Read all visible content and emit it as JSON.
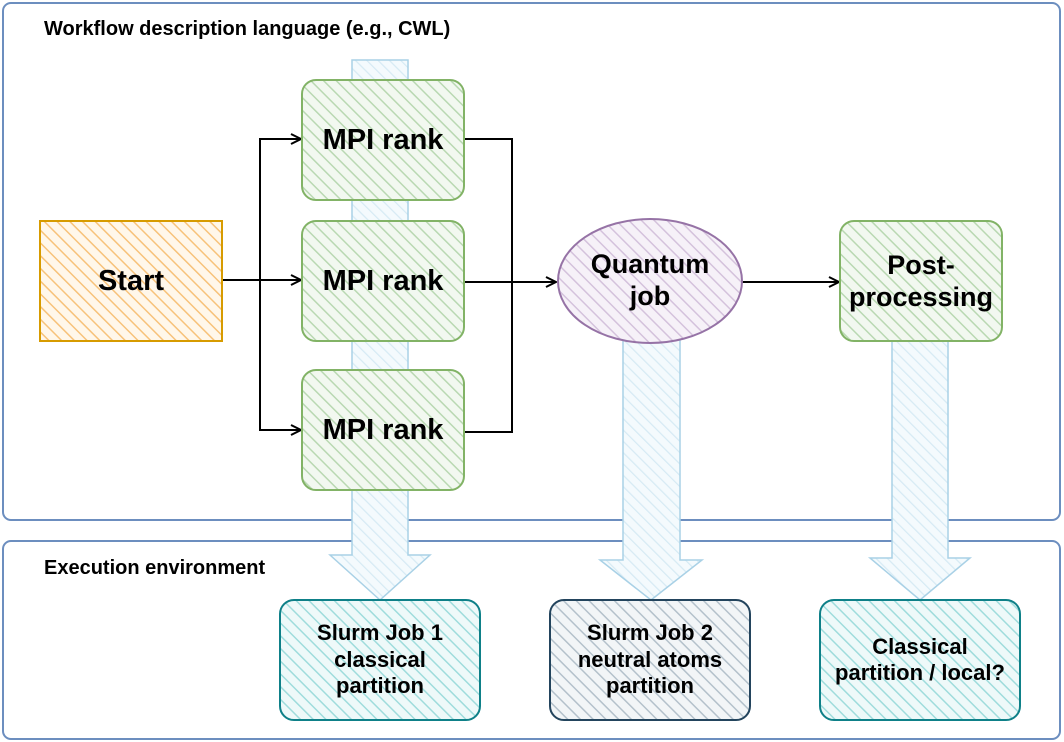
{
  "panels": {
    "workflow": {
      "title": "Workflow description language (e.g., CWL)"
    },
    "execution": {
      "title": "Execution environment"
    }
  },
  "nodes": {
    "start": "Start",
    "mpi_rank_1": "MPI rank",
    "mpi_rank_2": "MPI rank",
    "mpi_rank_3": "MPI rank",
    "quantum_job": "Quantum job",
    "post_processing": "Post-processing",
    "slurm_job_1": "Slurm Job 1 classical partition",
    "slurm_job_2": "Slurm Job 2 neutral atoms partition",
    "classical_local": "Classical partition / local?"
  },
  "colors": {
    "panel_stroke": "#6c8ebf",
    "start_stroke": "#d79b00",
    "start_fill": "#ffe6cc",
    "mpi_stroke": "#82b366",
    "mpi_fill": "#d5e8d4",
    "quantum_stroke": "#9673a6",
    "quantum_fill": "#e1d5e7",
    "teal_stroke": "#0e8088",
    "teal_fill": "#b0e3e6",
    "dark_stroke": "#23445d",
    "dark_fill": "#bac8d3",
    "mapping_arrow": "#a9d1e6"
  }
}
